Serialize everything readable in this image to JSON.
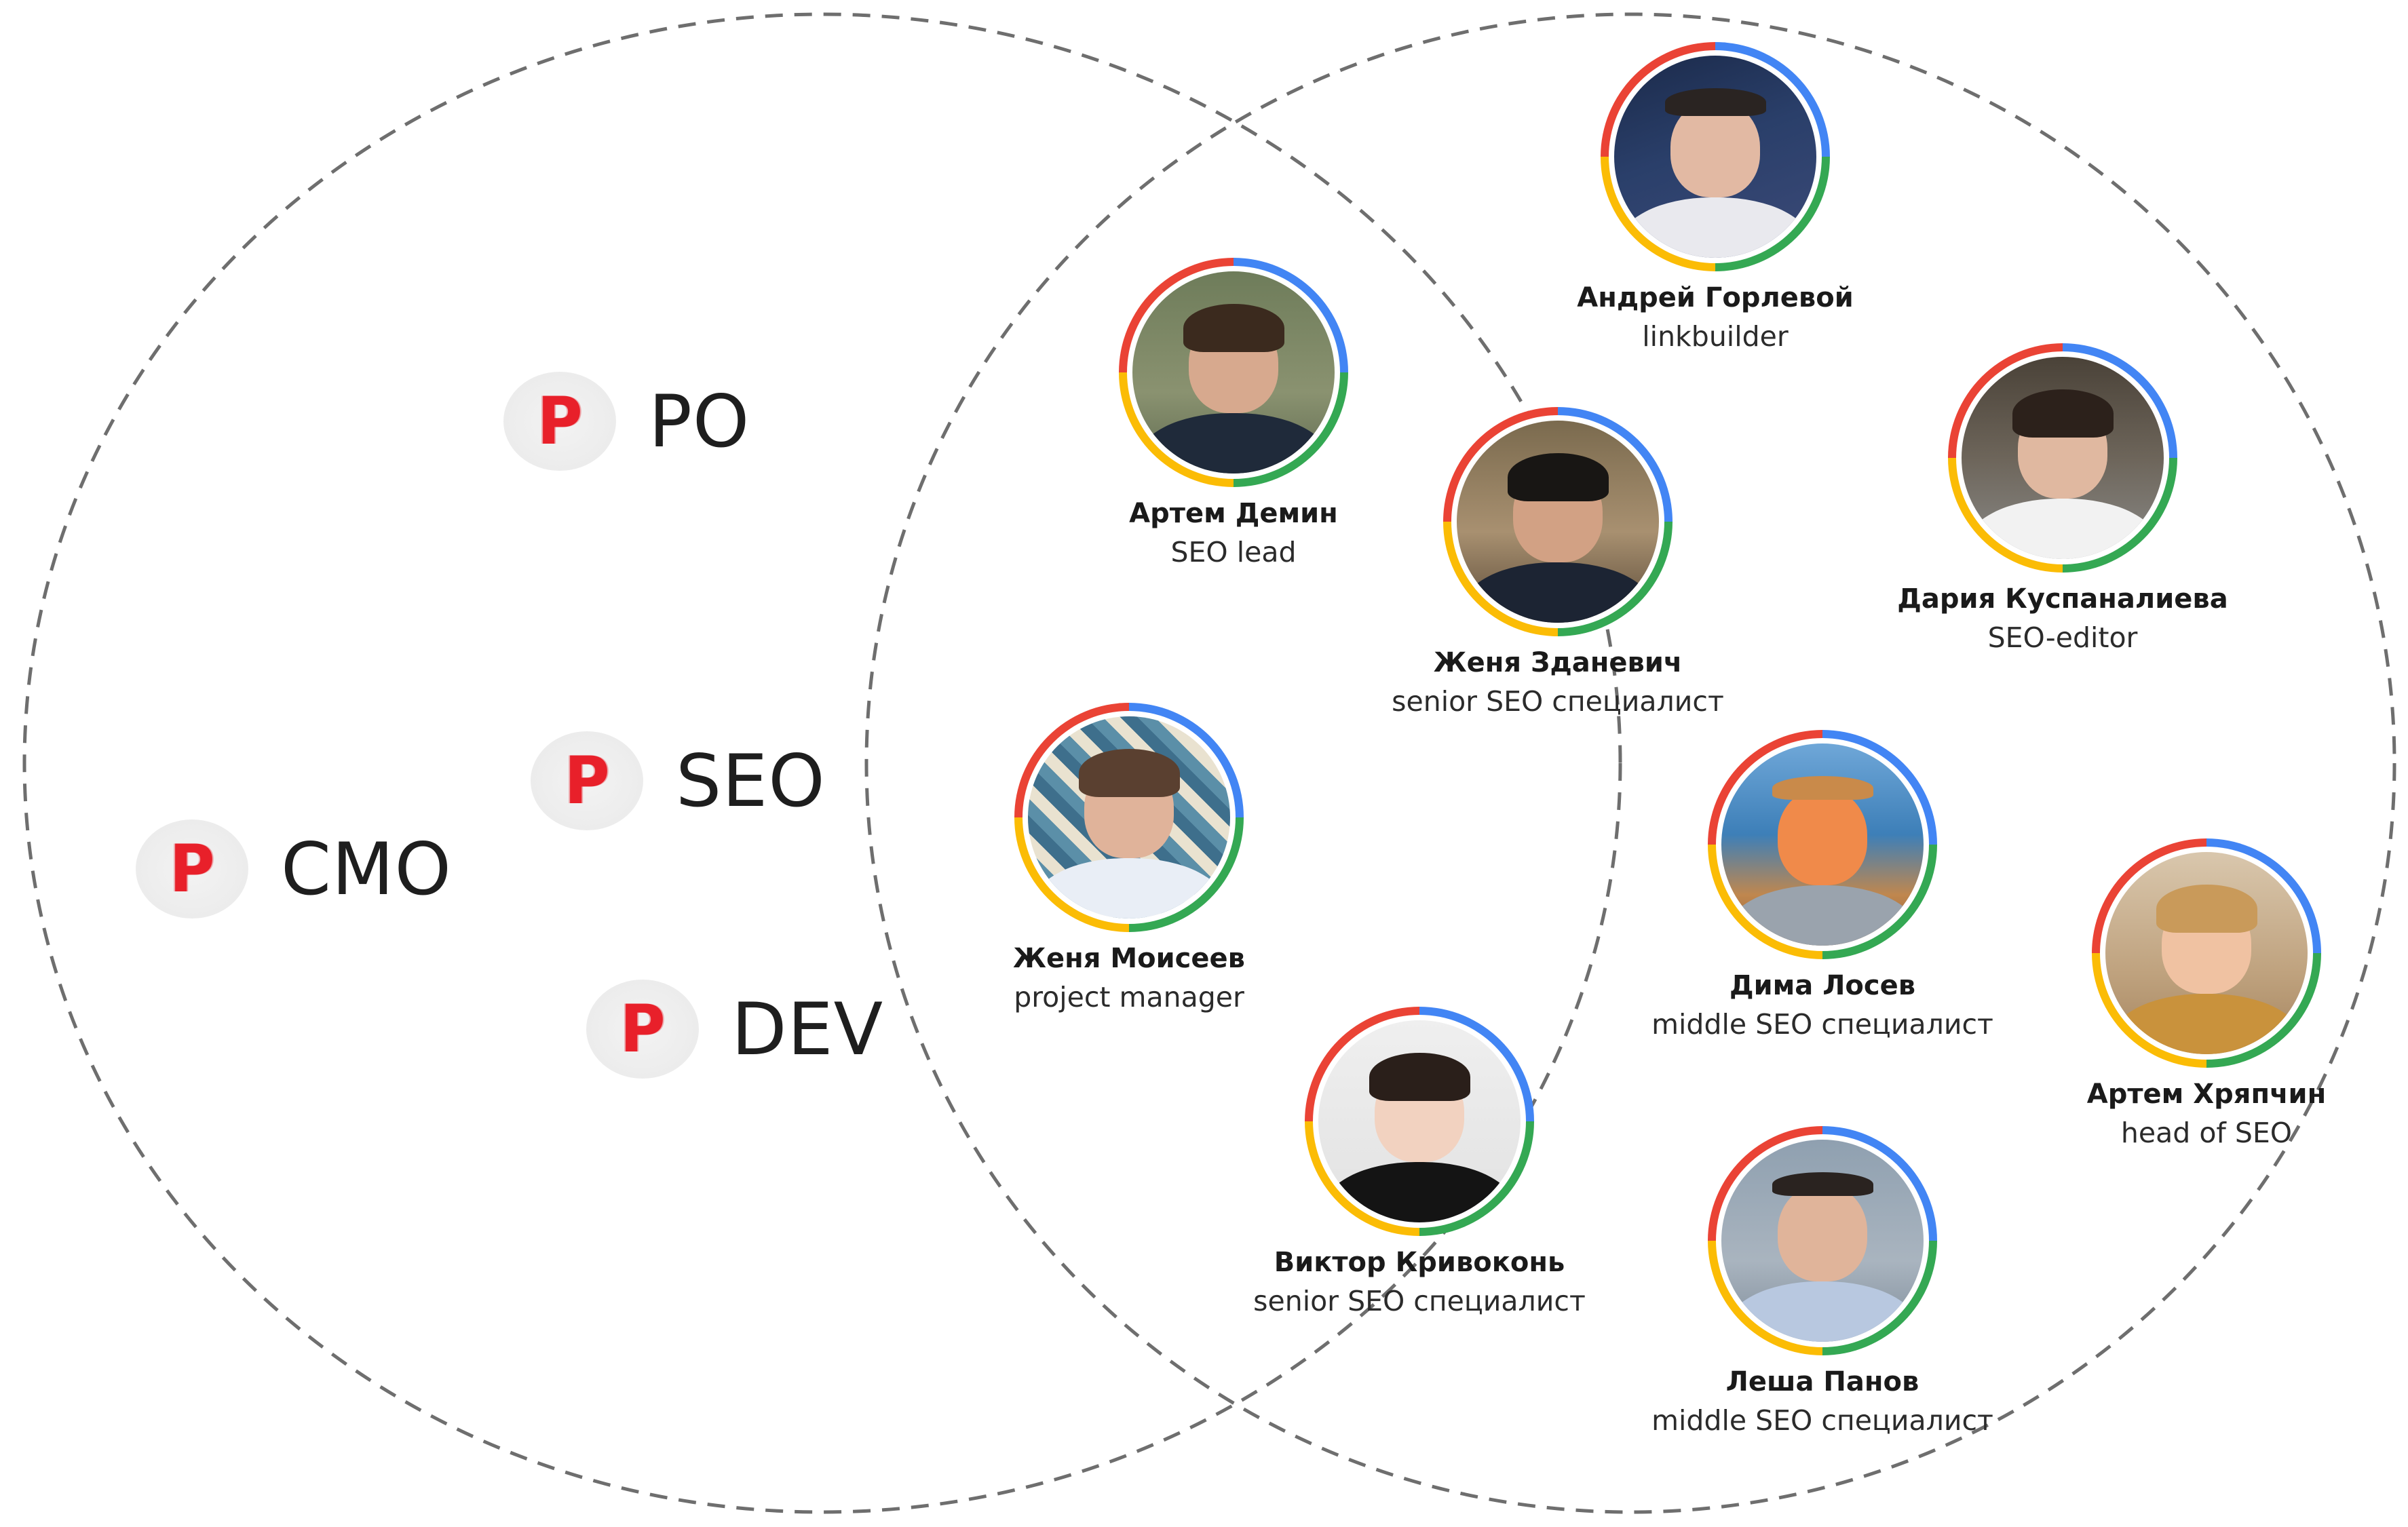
{
  "roles": [
    {
      "badge_letter": "P",
      "label": "PO"
    },
    {
      "badge_letter": "P",
      "label": "SEO"
    },
    {
      "badge_letter": "P",
      "label": "CMO"
    },
    {
      "badge_letter": "P",
      "label": "DEV"
    }
  ],
  "people": [
    {
      "name": "Андрей Горлевой",
      "title": "linkbuilder"
    },
    {
      "name": "Артем Демин",
      "title": "SEO lead"
    },
    {
      "name": "Женя Зданевич",
      "title": "senior SEO специалист"
    },
    {
      "name": "Дария Куспаналиева",
      "title": "SEO-editor"
    },
    {
      "name": "Женя Моисеев",
      "title": "project manager"
    },
    {
      "name": "Дима Лосев",
      "title": "middle SEO специалист"
    },
    {
      "name": "Артем Хряпчин",
      "title": "head of SEO"
    },
    {
      "name": "Виктор Кривоконь",
      "title": "senior SEO специалист"
    },
    {
      "name": "Леша Панов",
      "title": "middle SEO специалист"
    }
  ],
  "colors": {
    "ring": [
      "#4285f4",
      "#34a853",
      "#fbbc05",
      "#ea4335"
    ],
    "badge_letter": "#e8202a",
    "dashed_circle": "#6e6e6e"
  },
  "icons": {
    "role_badge": "p-logo-icon",
    "avatar": "person-photo"
  }
}
